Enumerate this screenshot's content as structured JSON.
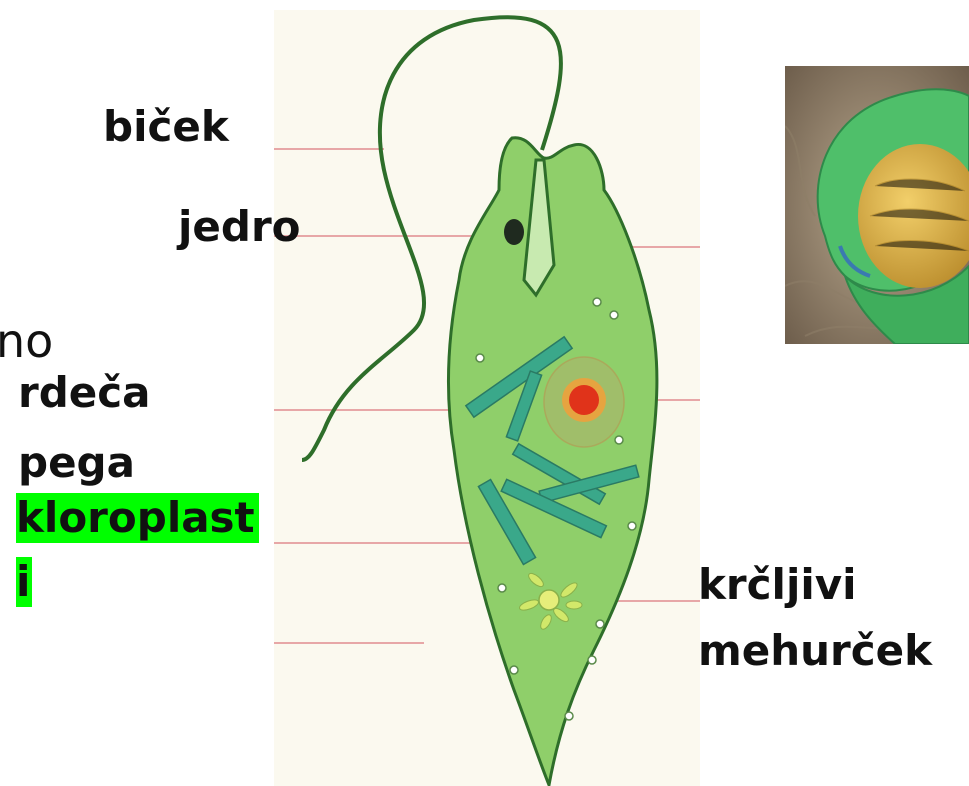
{
  "labels": {
    "bicek": "biček",
    "jedro": "jedro",
    "partial_text": "no",
    "rdeca_pega_line1": "rdeča",
    "rdeca_pega_line2": "pega",
    "kloroplasti_line1": "kloroplast",
    "kloroplasti_line2": "i",
    "krcljivi_line1": "krčljivi",
    "krcljivi_line2": "mehurček"
  },
  "colors": {
    "cell_body": "#8fcf6a",
    "cell_outline": "#2e6e2a",
    "chloroplast": "#3aa88a",
    "eyespot": "#e0331a",
    "pointer_line": "#e7a7a7",
    "highlight": "#00ff00"
  }
}
